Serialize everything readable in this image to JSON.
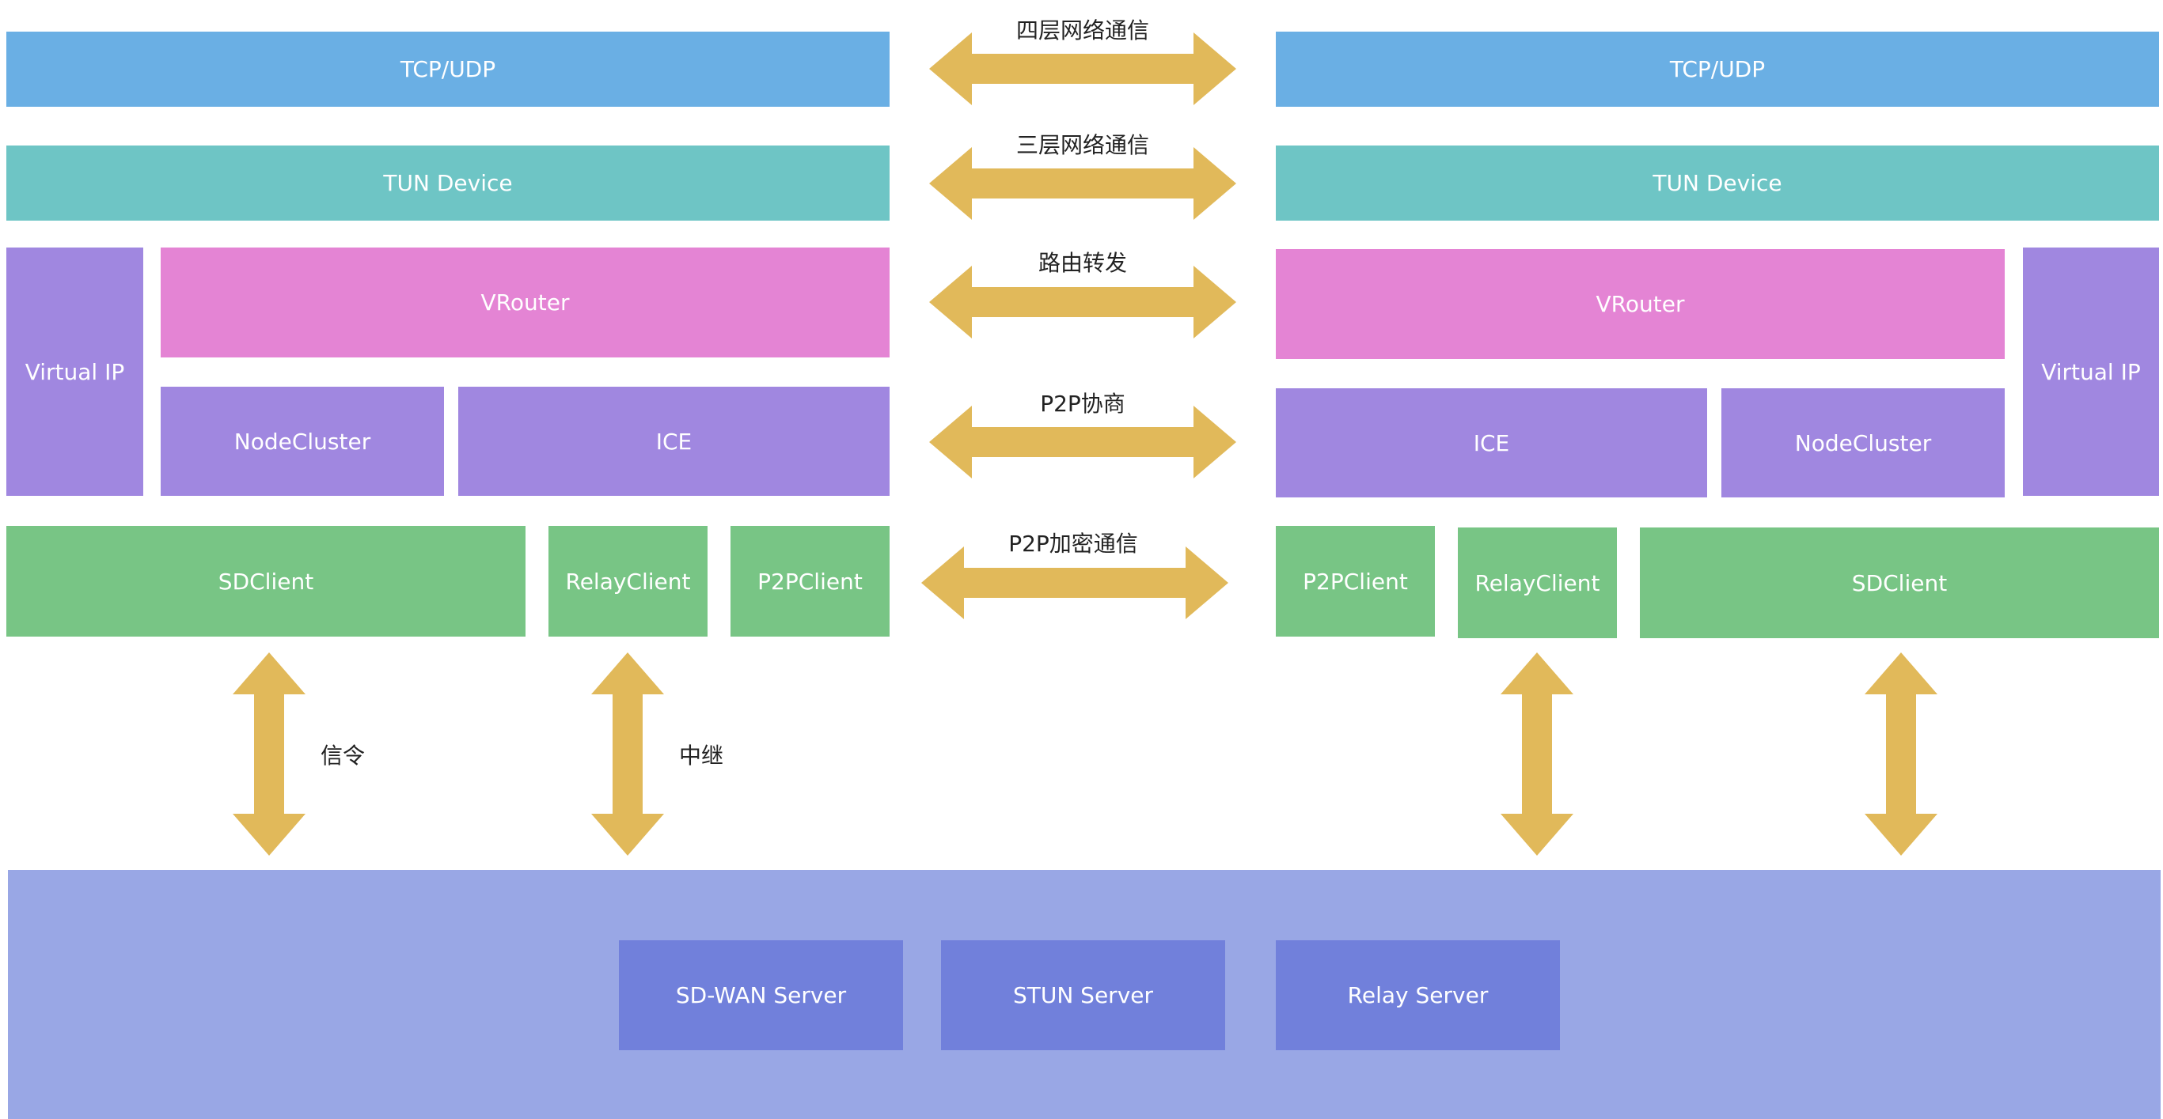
{
  "colors": {
    "tcp_udp": "#6aafe4",
    "tun_device": "#6ec5c5",
    "vrouter": "#e484d4",
    "purple_blocks": "#a087e0",
    "client_blocks": "#78c585",
    "server_area": "#99a7e5",
    "server_blocks": "#7180db",
    "arrows": "#e1b95a"
  },
  "left": {
    "tcp_udp": "TCP/UDP",
    "tun_device": "TUN Device",
    "virtual_ip": "Virtual IP",
    "vrouter": "VRouter",
    "nodecluster": "NodeCluster",
    "ice": "ICE",
    "sdclient": "SDClient",
    "relayclient": "RelayClient",
    "p2pclient": "P2PClient"
  },
  "right": {
    "tcp_udp": "TCP/UDP",
    "tun_device": "TUN Device",
    "vrouter": "VRouter",
    "virtual_ip": "Virtual IP",
    "ice": "ICE",
    "nodecluster": "NodeCluster",
    "p2pclient": "P2PClient",
    "relayclient": "RelayClient",
    "sdclient": "SDClient"
  },
  "links": {
    "layer4": "四层网络通信",
    "layer3": "三层网络通信",
    "routing": "路由转发",
    "p2p_negotiation": "P2P协商",
    "p2p_encrypted": "P2P加密通信",
    "signaling": "信令",
    "relay": "中继"
  },
  "servers": {
    "sd_wan": "SD-WAN Server",
    "stun": "STUN Server",
    "relay": "Relay Server"
  }
}
